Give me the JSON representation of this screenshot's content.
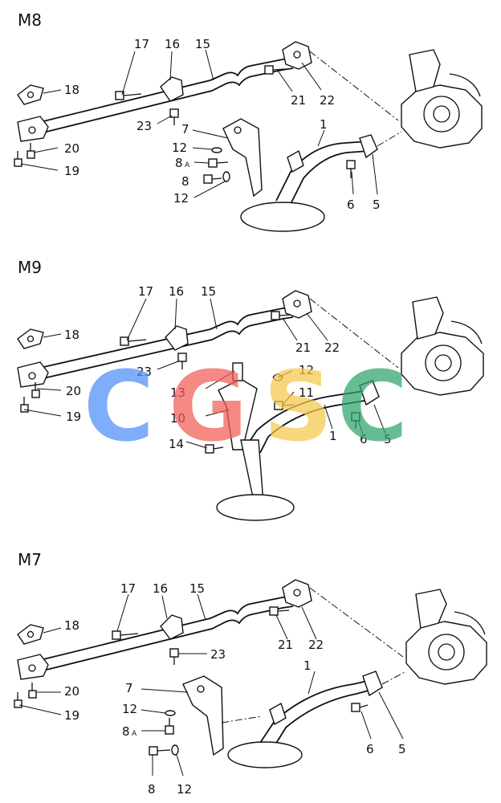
{
  "sections": {
    "m8": {
      "title": "M8",
      "labels": {
        "p17": "17",
        "p16": "16",
        "p15": "15",
        "p18": "18",
        "p21": "21",
        "p22": "22",
        "p23": "23",
        "p7": "7",
        "p1": "1",
        "p12a": "12",
        "p8a": "8",
        "p8a_suffix": "A",
        "p8": "8",
        "p12b": "12",
        "p20": "20",
        "p19": "19",
        "p6": "6",
        "p5": "5"
      }
    },
    "m9": {
      "title": "M9",
      "labels": {
        "p17": "17",
        "p16": "16",
        "p15": "15",
        "p18": "18",
        "p21": "21",
        "p22": "22",
        "p23": "23",
        "p12": "12",
        "p13": "13",
        "p11": "11",
        "p10": "10",
        "p1": "1",
        "p6": "6",
        "p5": "5",
        "p14": "14",
        "p20": "20",
        "p19": "19"
      }
    },
    "m7": {
      "title": "M7",
      "labels": {
        "p17": "17",
        "p16": "16",
        "p15": "15",
        "p18": "18",
        "p21": "21",
        "p22": "22",
        "p23": "23",
        "p1": "1",
        "p7": "7",
        "p20": "20",
        "p19": "19",
        "p12a": "12",
        "p8a": "8",
        "p8a_suffix": "A",
        "p6": "6",
        "p5": "5",
        "p8": "8",
        "p12b": "12"
      }
    }
  },
  "watermark": {
    "letters": [
      "C",
      "G",
      "S",
      "C"
    ],
    "colors": [
      "#4d8ef7",
      "#f25c54",
      "#f6c94a",
      "#2ea36b"
    ]
  }
}
